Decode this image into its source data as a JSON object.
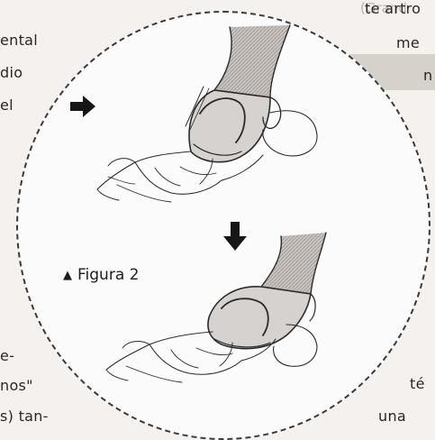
{
  "figure": {
    "marker": "▲",
    "label": "Figura 2"
  },
  "left_column": [
    "ental",
    "dio",
    "el",
    "e-",
    "nos\"",
    "s) tan-"
  ],
  "right_column": [
    "te artro",
    "me",
    "n",
    "té",
    "una"
  ],
  "header_faint": "(Grand",
  "colors": {
    "paper": "#f4f1ee",
    "circle": "#fbfbfb",
    "ink": "#1c1c1c",
    "bone_shade": "#b9b4b0"
  }
}
